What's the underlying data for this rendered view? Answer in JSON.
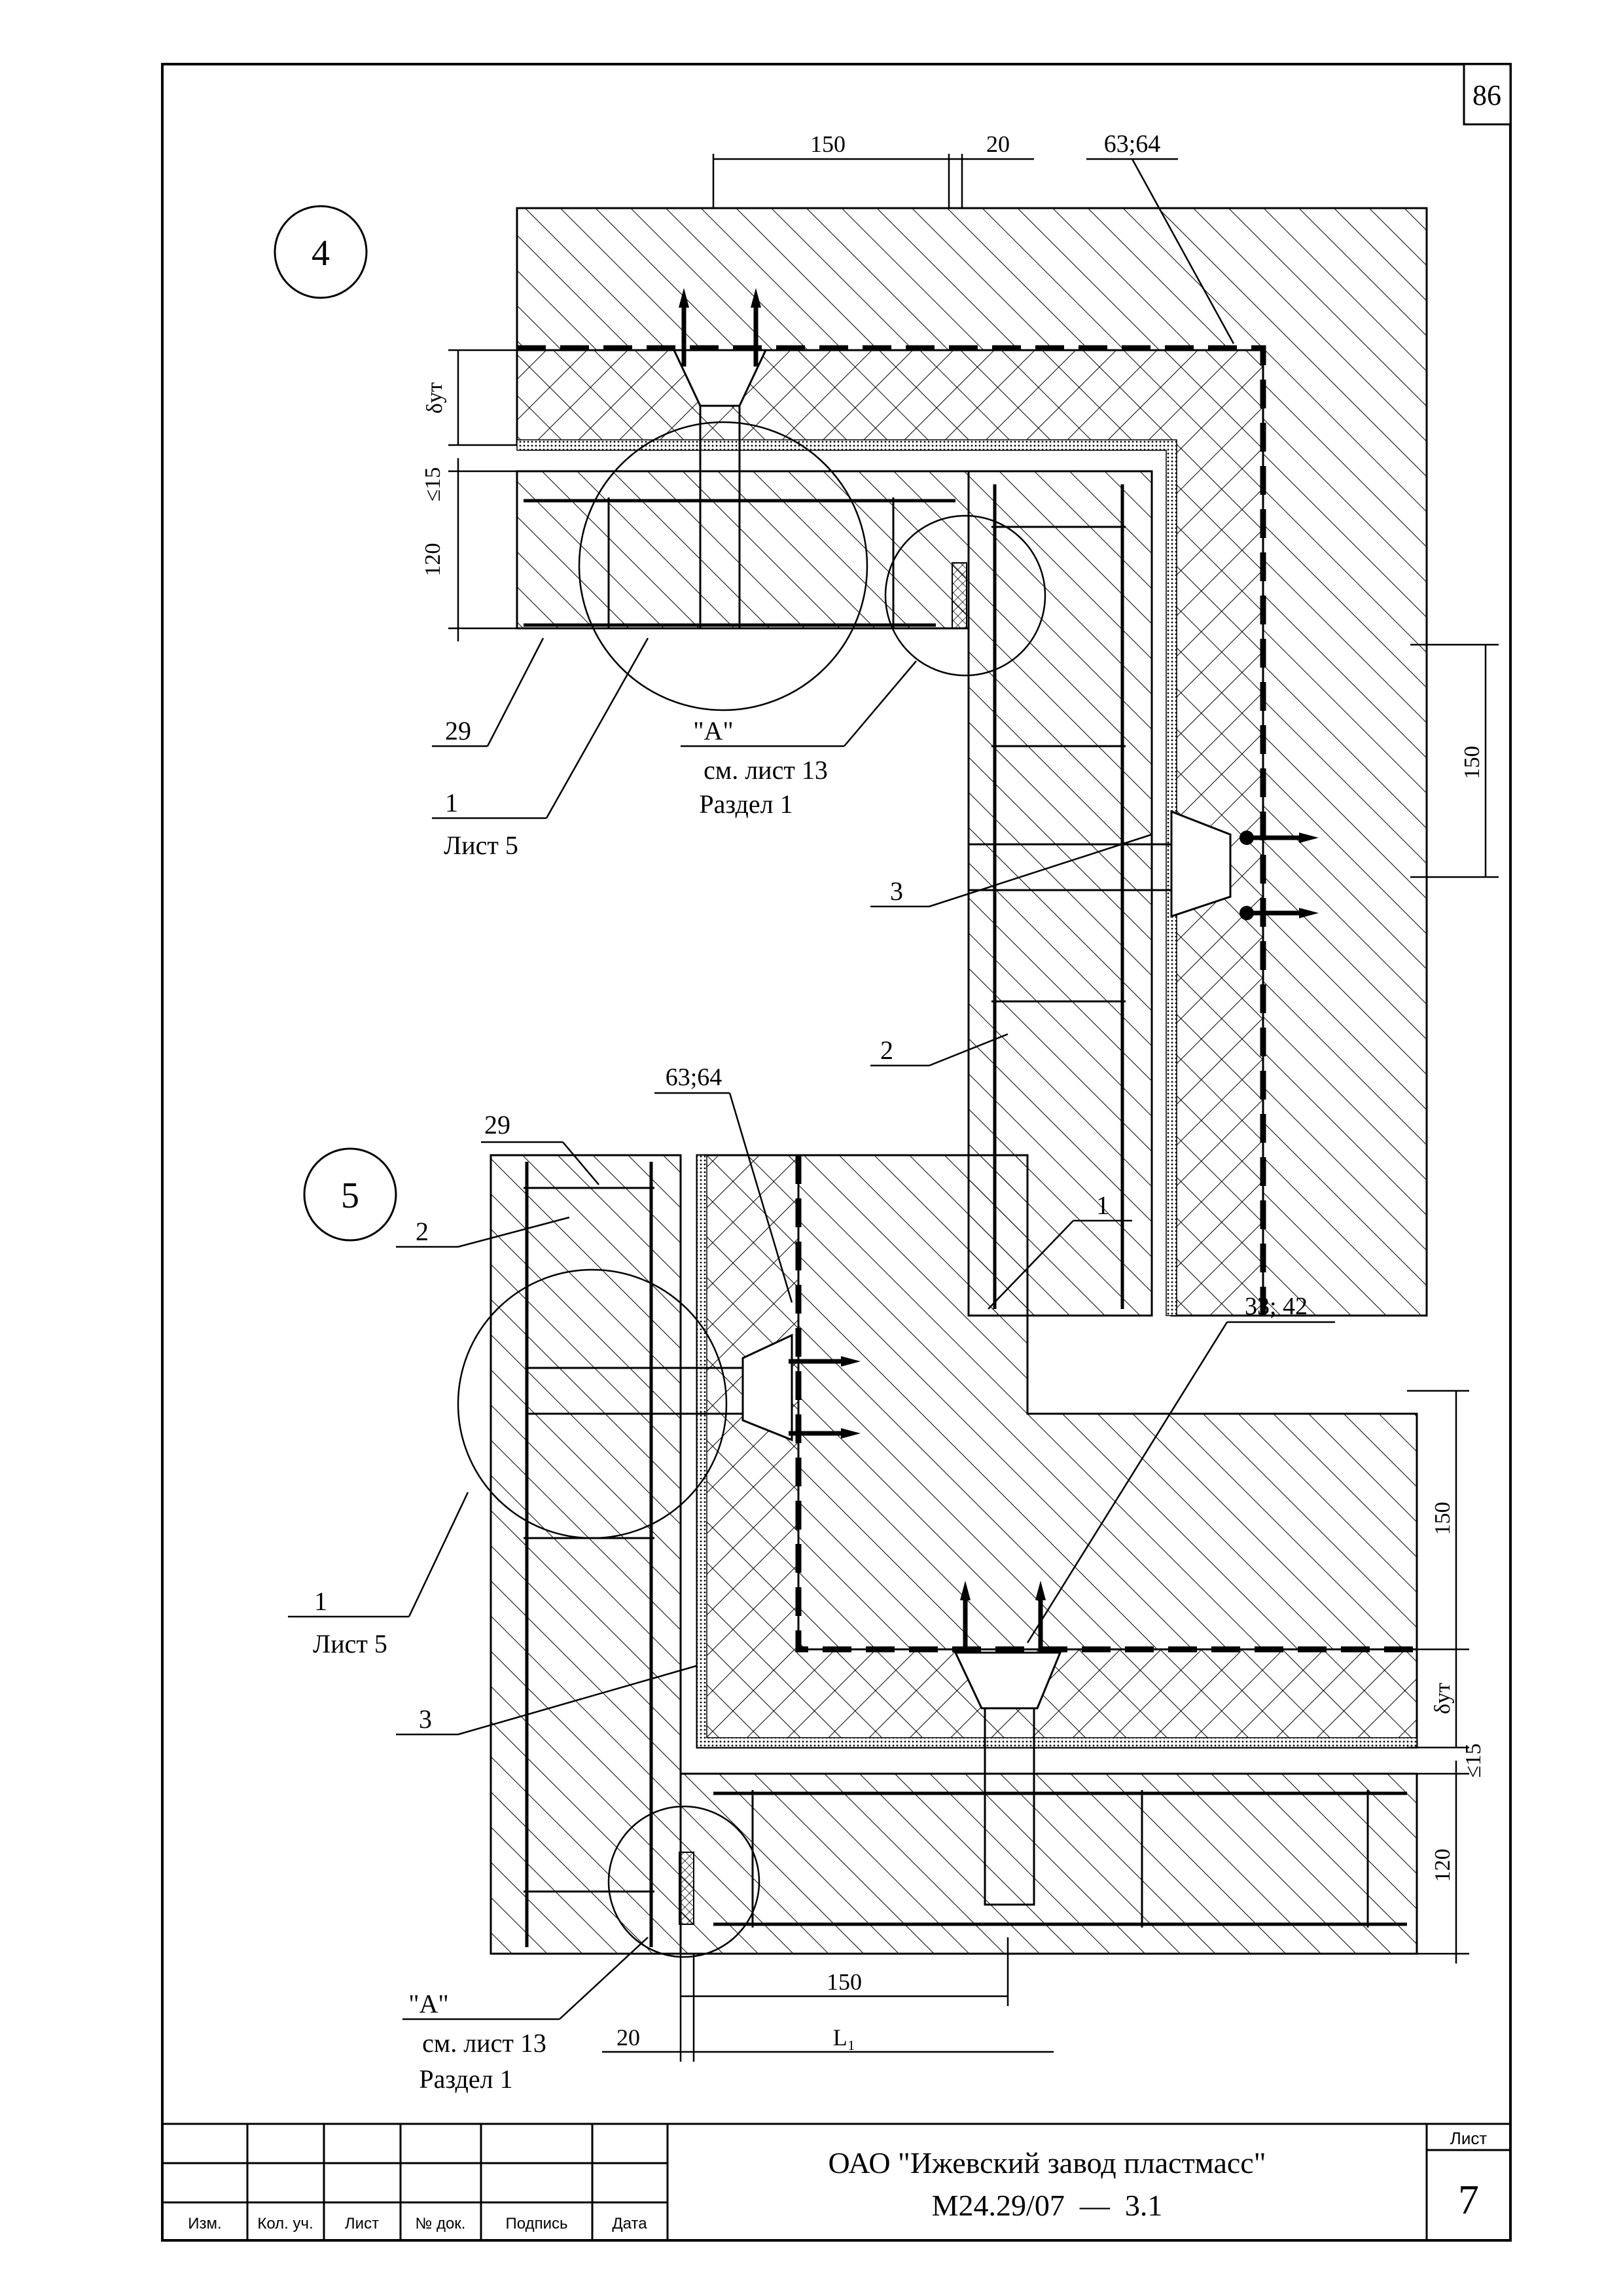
{
  "page_number": "86",
  "detail4": {
    "marker": "4",
    "dims": {
      "top_150": "150",
      "top_20": "20",
      "insulation_thickness": "δут",
      "gap": "≤15",
      "slab": "120",
      "side_150": "150"
    },
    "labels": {
      "membrane": "63;64",
      "item_29": "29",
      "item_1": "1",
      "item_1_ref": "Лист 5",
      "callout_a": "\"А\"",
      "callout_a_ref": "см. лист 13",
      "callout_a_section": "Раздел 1",
      "item_3": "3",
      "item_2": "2"
    }
  },
  "detail5": {
    "marker": "5",
    "dims": {
      "side_150": "150",
      "insulation_thickness": "δут",
      "gap": "≤15",
      "slab": "120",
      "bottom_150": "150",
      "bottom_20": "20",
      "length": "L₁"
    },
    "labels": {
      "item_29": "29",
      "membrane": "63;64",
      "item_2": "2",
      "item_1_top": "1",
      "anchors": "33; 42",
      "item_1": "1",
      "item_1_ref": "Лист 5",
      "item_3": "3",
      "callout_a": "\"А\"",
      "callout_a_ref": "см. лист 13",
      "callout_a_section": "Раздел 1"
    }
  },
  "title_block": {
    "col_headers": [
      "Изм.",
      "Кол. уч.",
      "Лист",
      "№ док.",
      "Подпись",
      "Дата"
    ],
    "organization": "ОАО \"Ижевский завод пластмасс\"",
    "document_code": "М24.29/07  —  3.1",
    "sheet_label": "Лист",
    "sheet_number": "7"
  }
}
